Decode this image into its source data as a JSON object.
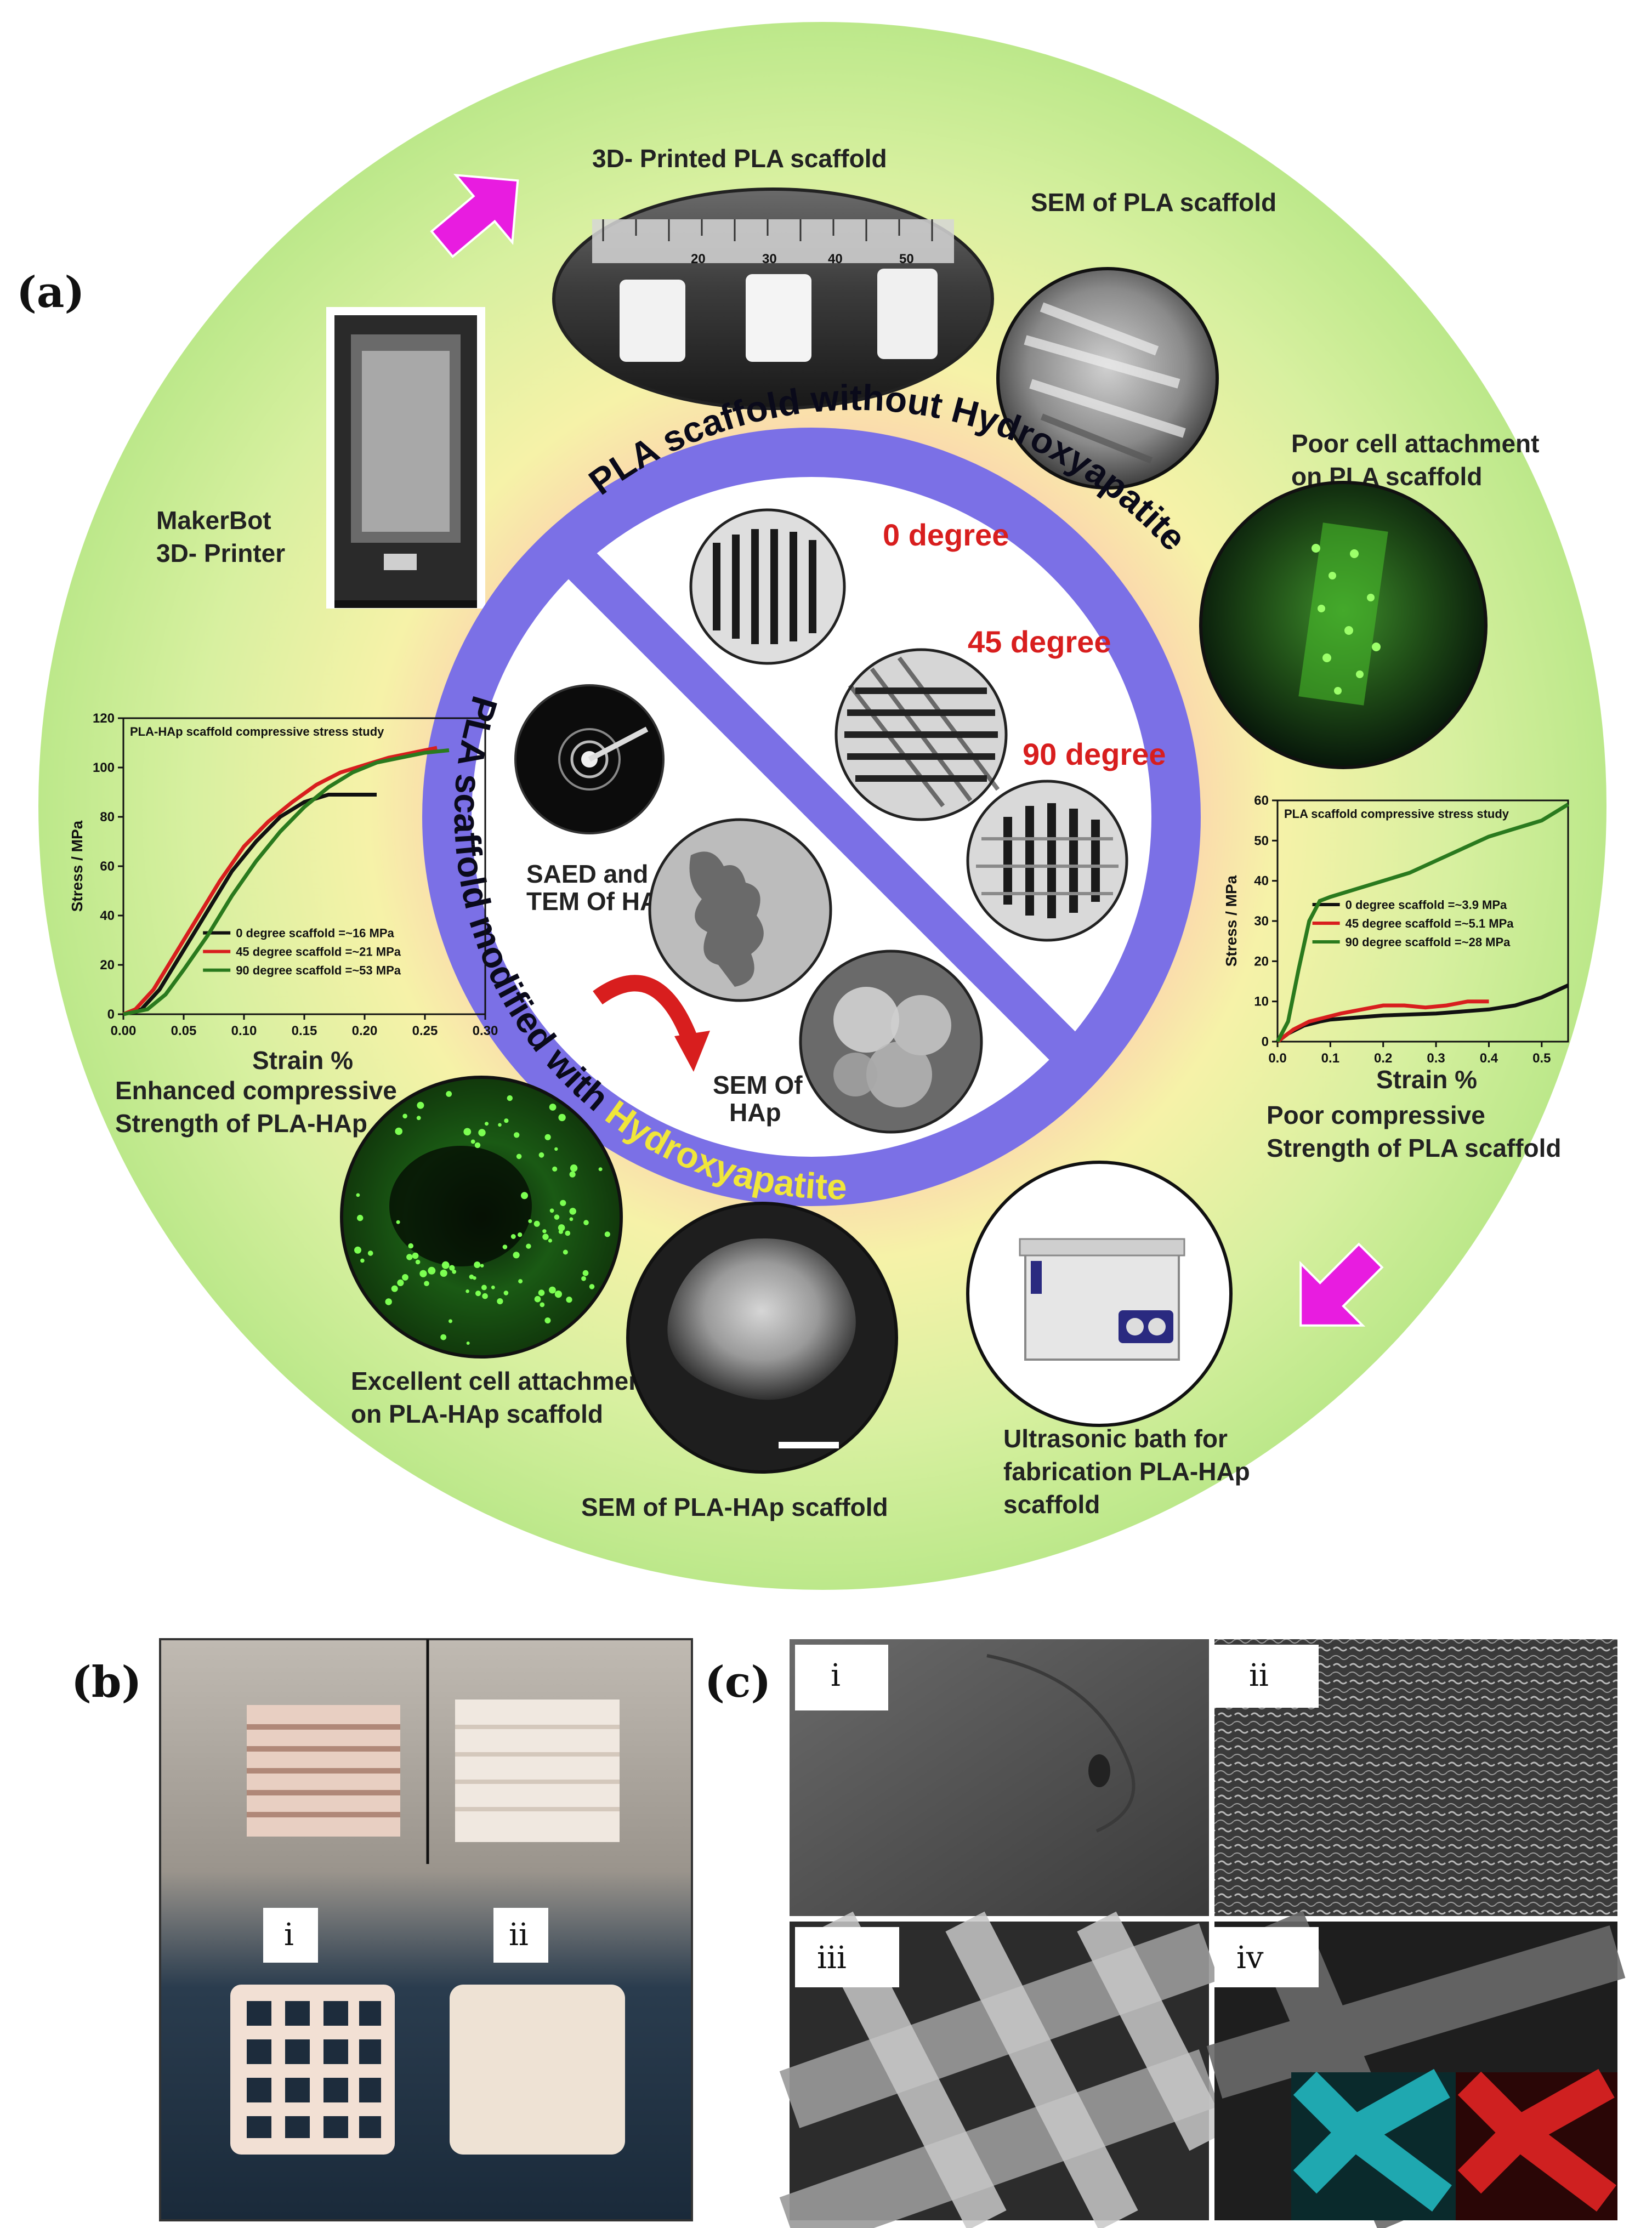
{
  "panels": {
    "a": "(a)",
    "b": "(b)",
    "c": "(c)"
  },
  "labels": {
    "printed_scaffold": "3D- Printed PLA scaffold",
    "sem_pla": "SEM of PLA scaffold",
    "poor_cell_1": "Poor cell attachment",
    "poor_cell_2": "on PLA scaffold",
    "makerbot_1": "MakerBot",
    "makerbot_2": "3D- Printer",
    "enhanced_1": "Enhanced compressive",
    "enhanced_2": "Strength of PLA-HAp",
    "poor_strength_1": "Poor compressive",
    "poor_strength_2": "Strength of PLA scaffold",
    "excellent_1": "Excellent cell attachment",
    "excellent_2": "on PLA-HAp scaffold",
    "sem_hap_scaffold": "SEM of PLA-HAp scaffold",
    "ultrasonic_1": "Ultrasonic bath for",
    "ultrasonic_2": "fabrication PLA-HAp",
    "ultrasonic_3": "scaffold",
    "saed_1": "SAED and",
    "saed_2": "TEM Of HAp",
    "sem_of_1": "SEM Of",
    "sem_of_2": "HAp"
  },
  "degrees": [
    "0 degree",
    "45 degree",
    "90 degree"
  ],
  "ring": {
    "top": "PLA scaffold without Hydroxyapatite",
    "bottom_prefix": "PLA scaffold modified with ",
    "bottom_hap": "Hydroxyapatite"
  },
  "ruler_ticks": [
    "20",
    "30",
    "40",
    "50"
  ],
  "roman_b": [
    "i",
    "ii"
  ],
  "roman_c": [
    "i",
    "ii",
    "iii",
    "iv"
  ],
  "colors": {
    "ring": "#7b70e6",
    "arrow": "#e81ce0",
    "degree": "#d81e1e",
    "hap_text": "#f0e63a",
    "fluorescence": "#36d83a"
  },
  "chart_data": [
    {
      "type": "line",
      "title": "PLA-HAp scaffold compressive stress study",
      "xlabel": "Strain %",
      "ylabel": "Stress / MPa",
      "xlim": [
        0.0,
        0.3
      ],
      "ylim": [
        0,
        120
      ],
      "xticks": [
        "0.00",
        "0.05",
        "0.10",
        "0.15",
        "0.20",
        "0.25",
        "0.30"
      ],
      "yticks": [
        "0",
        "20",
        "40",
        "60",
        "80",
        "100",
        "120"
      ],
      "legend_position": "bottom-right",
      "series": [
        {
          "name": "0 degree scaffold =~16 MPa",
          "color": "#111111",
          "x": [
            0.0,
            0.015,
            0.03,
            0.05,
            0.07,
            0.09,
            0.11,
            0.13,
            0.15,
            0.17,
            0.19,
            0.21
          ],
          "y": [
            0,
            2,
            10,
            26,
            42,
            58,
            70,
            80,
            86,
            89,
            89,
            89
          ]
        },
        {
          "name": "45 degree scaffold =~21 MPa",
          "color": "#d81e1e",
          "x": [
            0.0,
            0.01,
            0.025,
            0.04,
            0.06,
            0.08,
            0.1,
            0.12,
            0.14,
            0.16,
            0.18,
            0.2,
            0.22,
            0.24,
            0.26
          ],
          "y": [
            0,
            2,
            10,
            22,
            38,
            54,
            68,
            78,
            86,
            93,
            98,
            101,
            104,
            106,
            108
          ]
        },
        {
          "name": "90 degree scaffold =~53 MPa",
          "color": "#2a7a1e",
          "x": [
            0.0,
            0.02,
            0.035,
            0.05,
            0.07,
            0.09,
            0.11,
            0.13,
            0.15,
            0.17,
            0.19,
            0.21,
            0.23,
            0.25,
            0.27
          ],
          "y": [
            0,
            2,
            8,
            18,
            32,
            48,
            62,
            74,
            84,
            92,
            98,
            102,
            104,
            106,
            107
          ]
        }
      ]
    },
    {
      "type": "line",
      "title": "PLA scaffold compressive stress study",
      "xlabel": "Strain %",
      "ylabel": "Stress / MPa",
      "xlim": [
        0.0,
        0.55
      ],
      "ylim": [
        0,
        60
      ],
      "xticks": [
        "0.0",
        "0.1",
        "0.2",
        "0.3",
        "0.4",
        "0.5"
      ],
      "yticks": [
        "0",
        "10",
        "20",
        "30",
        "40",
        "50",
        "60"
      ],
      "legend_position": "center-right",
      "series": [
        {
          "name": "0 degree scaffold =~3.9 MPa",
          "color": "#111111",
          "x": [
            0.0,
            0.02,
            0.05,
            0.08,
            0.1,
            0.15,
            0.2,
            0.3,
            0.4,
            0.45,
            0.5,
            0.55
          ],
          "y": [
            0,
            2,
            4,
            5,
            5.5,
            6,
            6.5,
            7,
            8,
            9,
            11,
            14
          ]
        },
        {
          "name": "45 degree scaffold =~5.1 MPa",
          "color": "#d81e1e",
          "x": [
            0.0,
            0.03,
            0.06,
            0.09,
            0.12,
            0.16,
            0.2,
            0.24,
            0.28,
            0.32,
            0.36,
            0.4
          ],
          "y": [
            0,
            3,
            5,
            6,
            7,
            8,
            9,
            9,
            8.5,
            9,
            10,
            10
          ]
        },
        {
          "name": "90 degree scaffold =~28 MPa",
          "color": "#2a7a1e",
          "x": [
            0.0,
            0.02,
            0.04,
            0.06,
            0.08,
            0.1,
            0.15,
            0.2,
            0.25,
            0.3,
            0.35,
            0.4,
            0.45,
            0.5,
            0.55
          ],
          "y": [
            0,
            5,
            18,
            30,
            35,
            36,
            38,
            40,
            42,
            45,
            48,
            51,
            53,
            55,
            59
          ]
        }
      ]
    }
  ]
}
